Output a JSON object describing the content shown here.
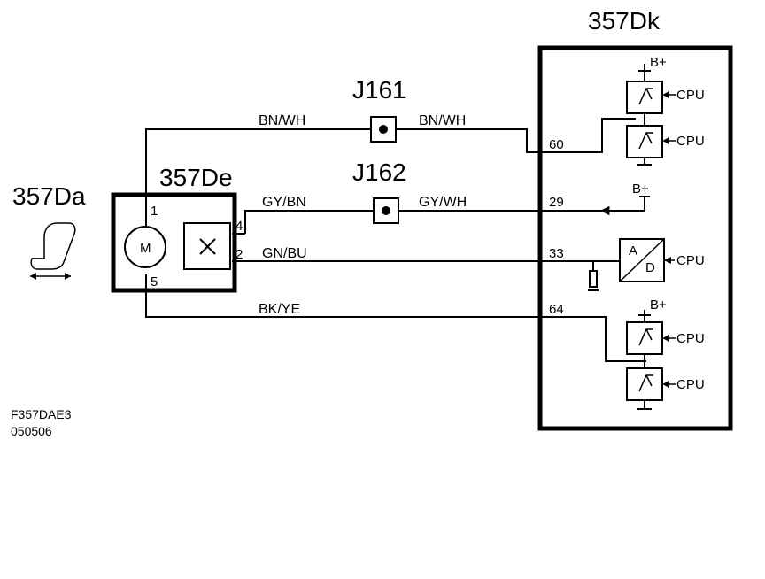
{
  "components": {
    "seat_label": "357Da",
    "motor_unit_label": "357De",
    "module_label": "357Dk",
    "connector_j161": "J161",
    "connector_j162": "J162",
    "motor_symbol": "M",
    "sensor_symbol": "×",
    "seat_icon": "seat-icon"
  },
  "motor_pins": {
    "pin1": "1",
    "pin4": "4",
    "pin2": "2",
    "pin5": "5"
  },
  "wires": {
    "w1_left": "BN/WH",
    "w1_right": "BN/WH",
    "w2_left": "GY/BN",
    "w2_right": "GY/WH",
    "w3": "GN/BU",
    "w4": "BK/YE"
  },
  "module_pins": {
    "p60": "60",
    "p29": "29",
    "p33": "33",
    "p64": "64"
  },
  "module_internals": {
    "supply": "B+",
    "cpu": "CPU",
    "adc_a": "A",
    "adc_d": "D"
  },
  "footer": {
    "drawing_id": "F357DAE3",
    "date_code": "050506"
  }
}
